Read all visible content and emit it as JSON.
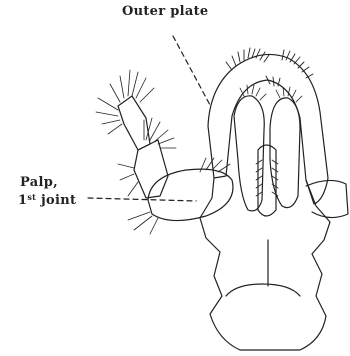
{
  "labels": {
    "outer_plate": "Outer plate",
    "palp_line1": "Palp,",
    "palp_line2_num": "1",
    "palp_line2_sup": "st",
    "palp_line2_rest": " joint"
  },
  "colors": {
    "ink": "#222222",
    "background": "#ffffff"
  }
}
